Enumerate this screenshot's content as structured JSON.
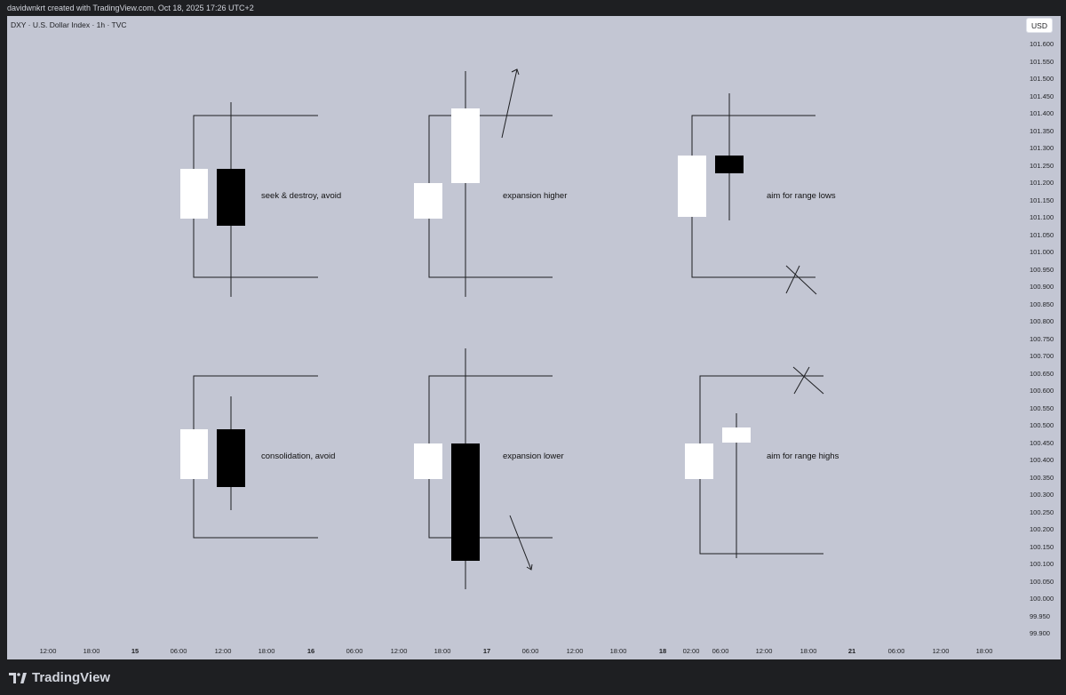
{
  "header": {
    "credit": "davidwnkrt created with TradingView.com, Oct 18, 2025 17:26 UTC+2"
  },
  "chart_info": {
    "symbol": "DXY · U.S. Dollar Index · 1h · TVC",
    "currency": "USD"
  },
  "price_axis": [
    "101.600",
    "101.550",
    "101.500",
    "101.450",
    "101.400",
    "101.350",
    "101.300",
    "101.250",
    "101.200",
    "101.150",
    "101.100",
    "101.050",
    "101.000",
    "100.950",
    "100.900",
    "100.850",
    "100.800",
    "100.750",
    "100.700",
    "100.650",
    "100.600",
    "100.550",
    "100.500",
    "100.450",
    "100.400",
    "100.350",
    "100.300",
    "100.250",
    "100.200",
    "100.150",
    "100.100",
    "100.050",
    "100.000",
    "99.950",
    "99.900"
  ],
  "time_axis": [
    {
      "label": "12:00",
      "bold": false
    },
    {
      "label": "18:00",
      "bold": false
    },
    {
      "label": "15",
      "bold": true
    },
    {
      "label": "06:00",
      "bold": false
    },
    {
      "label": "12:00",
      "bold": false
    },
    {
      "label": "18:00",
      "bold": false
    },
    {
      "label": "16",
      "bold": true
    },
    {
      "label": "06:00",
      "bold": false
    },
    {
      "label": "12:00",
      "bold": false
    },
    {
      "label": "18:00",
      "bold": false
    },
    {
      "label": "17",
      "bold": true
    },
    {
      "label": "06:00",
      "bold": false
    },
    {
      "label": "12:00",
      "bold": false
    },
    {
      "label": "18:00",
      "bold": false
    },
    {
      "label": "18",
      "bold": true
    },
    {
      "label": "02:00",
      "bold": false
    },
    {
      "label": "06:00",
      "bold": false
    },
    {
      "label": "12:00",
      "bold": false
    },
    {
      "label": "18:00",
      "bold": false
    },
    {
      "label": "21",
      "bold": true
    },
    {
      "label": "06:00",
      "bold": false
    },
    {
      "label": "12:00",
      "bold": false
    },
    {
      "label": "18:00",
      "bold": false
    }
  ],
  "annotations": {
    "seek": "seek & destroy, avoid",
    "exp_high": "expansion higher",
    "range_lows": "aim for range lows",
    "consolidation": "consolidation, avoid",
    "exp_low": "expansion lower",
    "range_highs": "aim for range highs"
  },
  "colors": {
    "background": "#c3c6d3",
    "bull": "#ffffff",
    "bear": "#000000",
    "line": "#1e1f22"
  },
  "footer": {
    "brand": "TradingView"
  }
}
